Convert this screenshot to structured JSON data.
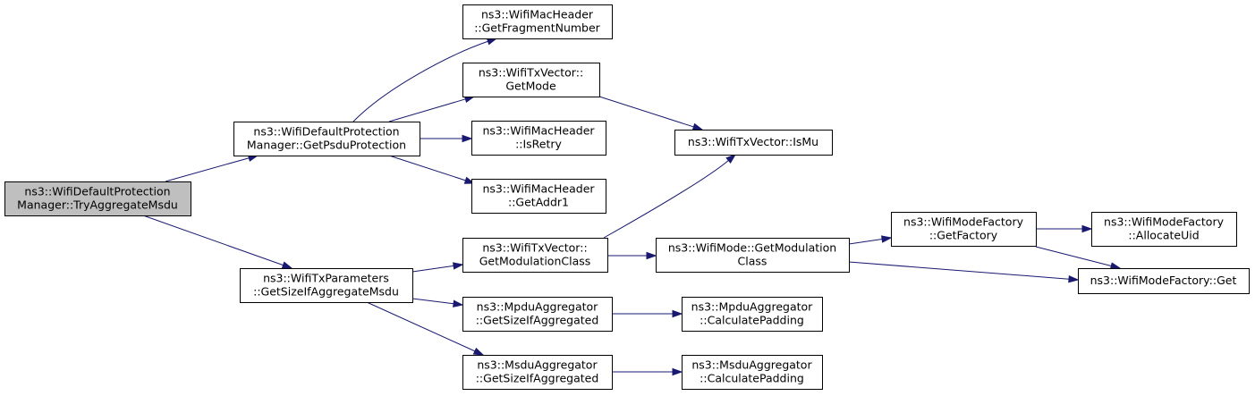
{
  "diagram": {
    "nodes": [
      {
        "id": "root",
        "lines": [
          "ns3::WifiDefaultProtection",
          "Manager::TryAggregateMsdu"
        ],
        "highlighted": true
      },
      {
        "id": "getPsduProtection",
        "lines": [
          "ns3::WifiDefaultProtection",
          "Manager::GetPsduProtection"
        ]
      },
      {
        "id": "getSizeIfAggregateMsdu",
        "lines": [
          "ns3::WifiTxParameters",
          "::GetSizeIfAggregateMsdu"
        ]
      },
      {
        "id": "getFragmentNumber",
        "lines": [
          "ns3::WifiMacHeader",
          "::GetFragmentNumber"
        ]
      },
      {
        "id": "getMode",
        "lines": [
          "ns3::WifiTxVector::",
          "GetMode"
        ]
      },
      {
        "id": "isRetry",
        "lines": [
          "ns3::WifiMacHeader",
          "::IsRetry"
        ]
      },
      {
        "id": "getAddr1",
        "lines": [
          "ns3::WifiMacHeader",
          "::GetAddr1"
        ]
      },
      {
        "id": "isMu",
        "lines": [
          "ns3::WifiTxVector::IsMu"
        ]
      },
      {
        "id": "txGetModulationClass",
        "lines": [
          "ns3::WifiTxVector::",
          "GetModulationClass"
        ]
      },
      {
        "id": "modeGetModulationClass",
        "lines": [
          "ns3::WifiMode::GetModulation",
          "Class"
        ]
      },
      {
        "id": "getFactory",
        "lines": [
          "ns3::WifiModeFactory",
          "::GetFactory"
        ]
      },
      {
        "id": "allocateUid",
        "lines": [
          "ns3::WifiModeFactory",
          "::AllocateUid"
        ]
      },
      {
        "id": "factoryGet",
        "lines": [
          "ns3::WifiModeFactory::Get"
        ]
      },
      {
        "id": "mpduGetSize",
        "lines": [
          "ns3::MpduAggregator",
          "::GetSizeIfAggregated"
        ]
      },
      {
        "id": "mpduPadding",
        "lines": [
          "ns3::MpduAggregator",
          "::CalculatePadding"
        ]
      },
      {
        "id": "msduGetSize",
        "lines": [
          "ns3::MsduAggregator",
          "::GetSizeIfAggregated"
        ]
      },
      {
        "id": "msduPadding",
        "lines": [
          "ns3::MsduAggregator",
          "::CalculatePadding"
        ]
      }
    ],
    "edges": [
      {
        "from": "root",
        "to": "getPsduProtection"
      },
      {
        "from": "root",
        "to": "getSizeIfAggregateMsdu"
      },
      {
        "from": "getPsduProtection",
        "to": "getFragmentNumber"
      },
      {
        "from": "getPsduProtection",
        "to": "getMode"
      },
      {
        "from": "getPsduProtection",
        "to": "isRetry"
      },
      {
        "from": "getPsduProtection",
        "to": "getAddr1"
      },
      {
        "from": "getMode",
        "to": "isMu"
      },
      {
        "from": "getSizeIfAggregateMsdu",
        "to": "txGetModulationClass"
      },
      {
        "from": "getSizeIfAggregateMsdu",
        "to": "mpduGetSize"
      },
      {
        "from": "getSizeIfAggregateMsdu",
        "to": "msduGetSize"
      },
      {
        "from": "txGetModulationClass",
        "to": "isMu"
      },
      {
        "from": "txGetModulationClass",
        "to": "modeGetModulationClass"
      },
      {
        "from": "modeGetModulationClass",
        "to": "getFactory"
      },
      {
        "from": "modeGetModulationClass",
        "to": "factoryGet"
      },
      {
        "from": "getFactory",
        "to": "allocateUid"
      },
      {
        "from": "getFactory",
        "to": "factoryGet"
      },
      {
        "from": "mpduGetSize",
        "to": "mpduPadding"
      },
      {
        "from": "msduGetSize",
        "to": "msduPadding"
      }
    ],
    "colors": {
      "edge": "#191970",
      "root_fill": "#bfbfbf",
      "node_fill": "#ffffff",
      "border": "#000000"
    }
  }
}
